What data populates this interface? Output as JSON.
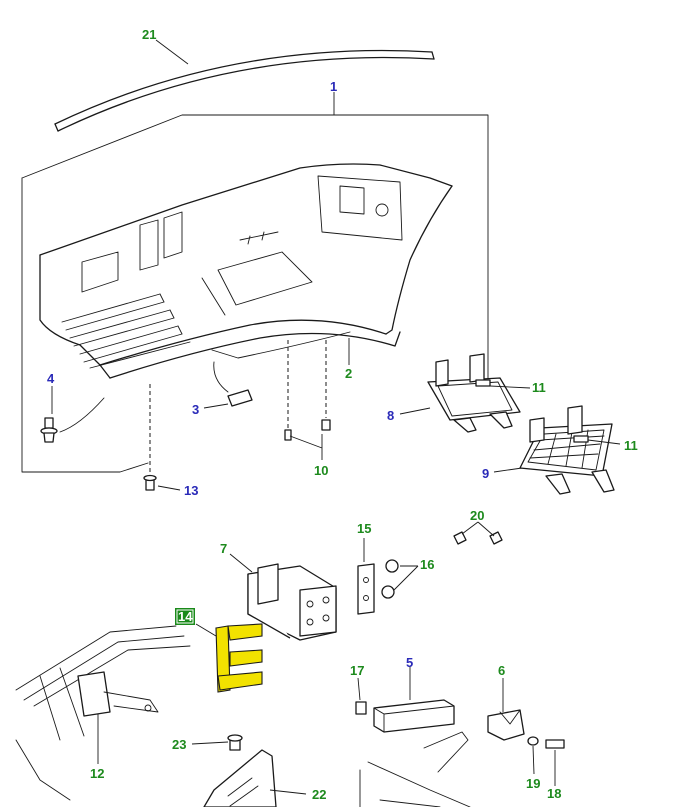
{
  "colors": {
    "label_green": "#1d8a1d",
    "label_blue": "#2a2ab8",
    "highlight_fill": "#f2e200",
    "highlight_box": "#1a8a1a",
    "highlight_text": "#ffffff",
    "line": "#1a1a1a"
  },
  "labels": {
    "l1": "1",
    "l2": "2",
    "l3": "3",
    "l4": "4",
    "l5": "5",
    "l6": "6",
    "l7": "7",
    "l8": "8",
    "l9": "9",
    "l10": "10",
    "l11a": "11",
    "l11b": "11",
    "l12": "12",
    "l13": "13",
    "l14": "14",
    "l15": "15",
    "l16": "16",
    "l17": "17",
    "l18": "18",
    "l19": "19",
    "l20": "20",
    "l21": "21",
    "l22": "22",
    "l23": "23"
  },
  "highlighted_part": "14"
}
